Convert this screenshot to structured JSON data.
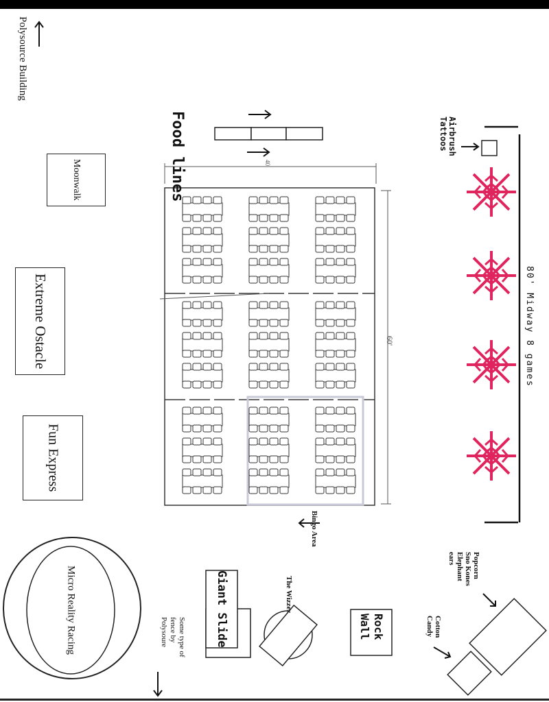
{
  "labels": {
    "polysource": "Polysource Building",
    "food_lines": "Food lines",
    "airbrush": "Airbrush Tattoos",
    "moonwalk": "Moonwalk",
    "extreme": "Extreme Ostacle",
    "fun_express": "Fun Express",
    "midway": "80' Midway 8 games",
    "dim_width": "60'",
    "dim_top": "40'",
    "bingo": "Bingo Area",
    "micro": "Micro Reality Racing",
    "giant_slide": "Giant Slide",
    "wizzer": "The Wizzer",
    "rock_wall": "Rock Wall",
    "popcorn": "Popcorn Sno Kones Elephant ears",
    "cotton": "Cotton Candy",
    "fence": "Some type of fence by Polysoure"
  },
  "colors": {
    "star": "#e0245e",
    "line": "#222222",
    "bingo_highlight": "#c9cad8"
  },
  "seating": {
    "columns": 3,
    "sections": 3,
    "tables_per_section_col": 3
  },
  "midway_games": 4
}
